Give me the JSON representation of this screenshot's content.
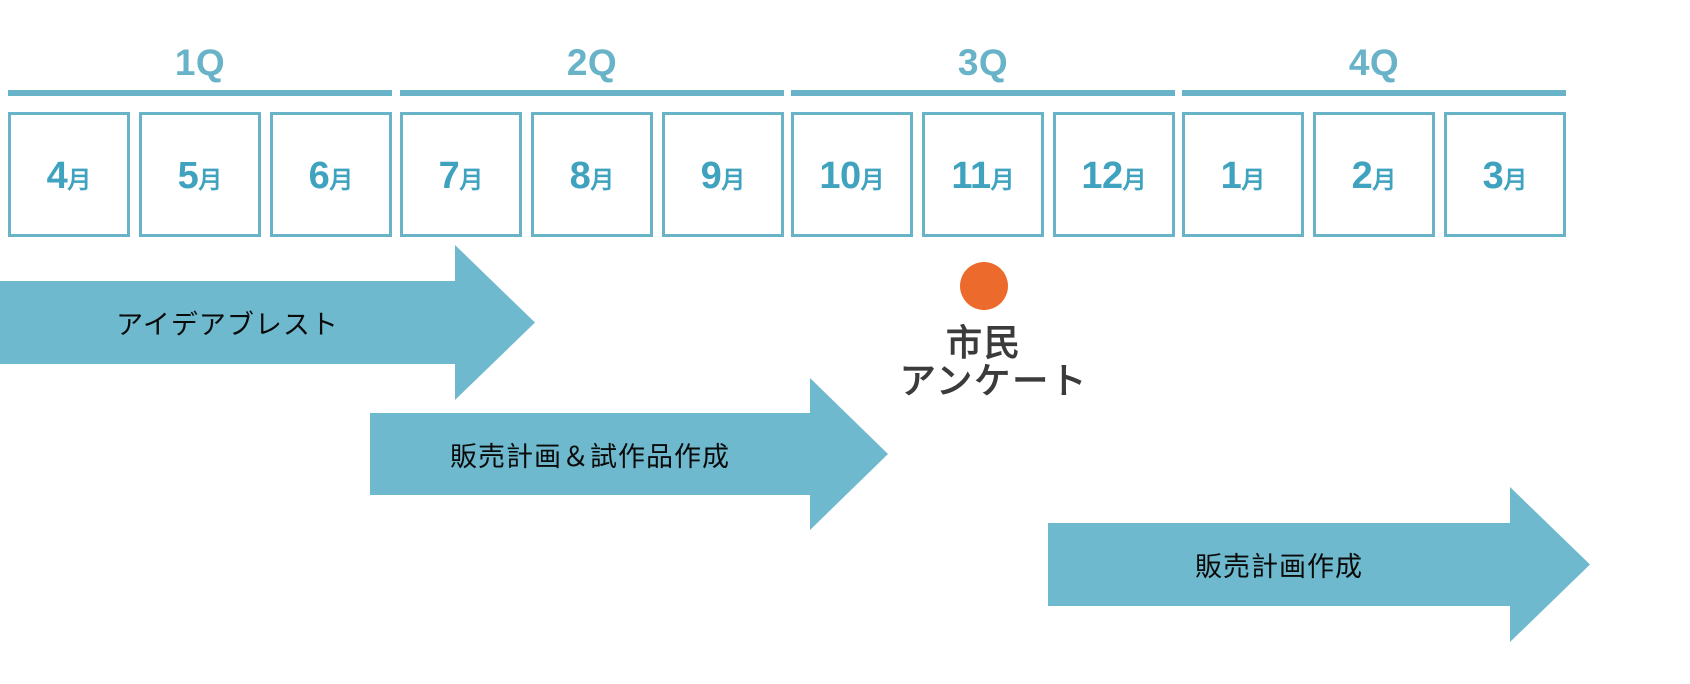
{
  "colors": {
    "teal": "#68B3C8",
    "teal_text": "#3FA2BF",
    "arrow_fill": "#6EB9CE",
    "orange": "#EC6A2C",
    "dark_text": "#3B3B3B",
    "label_text": "#0a0a0a",
    "background": "#FFFFFF"
  },
  "timeline": {
    "quarters": [
      {
        "label": "1Q"
      },
      {
        "label": "2Q"
      },
      {
        "label": "3Q"
      },
      {
        "label": "4Q"
      }
    ],
    "months": [
      {
        "num": "4",
        "suffix": "月"
      },
      {
        "num": "5",
        "suffix": "月"
      },
      {
        "num": "6",
        "suffix": "月"
      },
      {
        "num": "7",
        "suffix": "月"
      },
      {
        "num": "8",
        "suffix": "月"
      },
      {
        "num": "9",
        "suffix": "月"
      },
      {
        "num": "10",
        "suffix": "月"
      },
      {
        "num": "11",
        "suffix": "月"
      },
      {
        "num": "12",
        "suffix": "月"
      },
      {
        "num": "1",
        "suffix": "月"
      },
      {
        "num": "2",
        "suffix": "月"
      },
      {
        "num": "3",
        "suffix": "月"
      }
    ],
    "tasks": [
      {
        "label": "アイデアブレスト"
      },
      {
        "label": "販売計画＆試作品作成"
      },
      {
        "label": "販売計画作成"
      }
    ],
    "milestones": [
      {
        "line1": "市民",
        "line2": "アンケート",
        "marker": "orange-dot"
      }
    ]
  }
}
